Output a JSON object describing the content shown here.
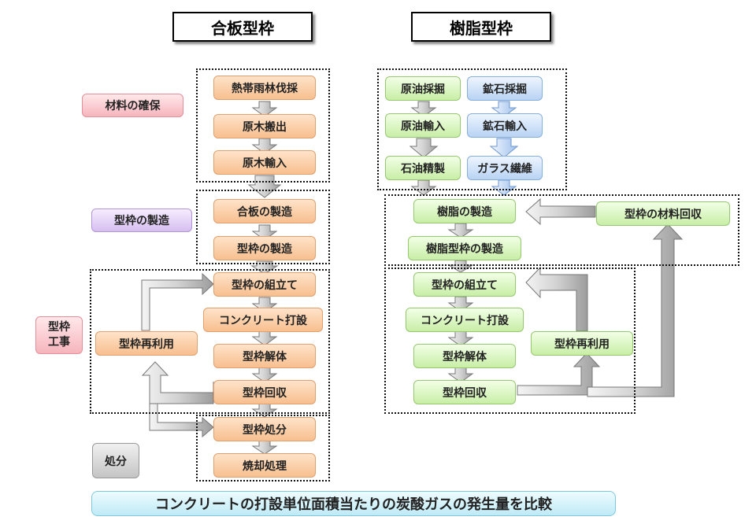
{
  "titles": {
    "plywood": "合板型枠",
    "resin": "樹脂型枠"
  },
  "plywood": {
    "steps": [
      "熱帯雨林伐採",
      "原木搬出",
      "原木輸入",
      "合板の製造",
      "型枠の製造",
      "型枠の組立て",
      "コンクリート打設",
      "型枠解体",
      "型枠回収",
      "型枠処分",
      "焼却処理"
    ],
    "reuse": "型枠再利用"
  },
  "stages": {
    "material": "材料の確保",
    "manufacture": "型枠の製造",
    "construction_line1": "型枠",
    "construction_line2": "工事",
    "disposal": "処分"
  },
  "resin": {
    "oil": [
      "原油採掘",
      "原油輸入",
      "石油精製"
    ],
    "ore": [
      "鉱石採掘",
      "鉱石輸入",
      "ガラス繊維"
    ],
    "manufacture": [
      "樹脂の製造",
      "樹脂型枠の製造"
    ],
    "construction": [
      "型枠の組立て",
      "コンクリート打設",
      "型枠解体",
      "型枠回収"
    ],
    "reuse": "型枠再利用",
    "material_recovery": "型枠の材料回収"
  },
  "footer": "コンクリートの打設単位面積当たりの炭酸ガスの発生量を比較"
}
